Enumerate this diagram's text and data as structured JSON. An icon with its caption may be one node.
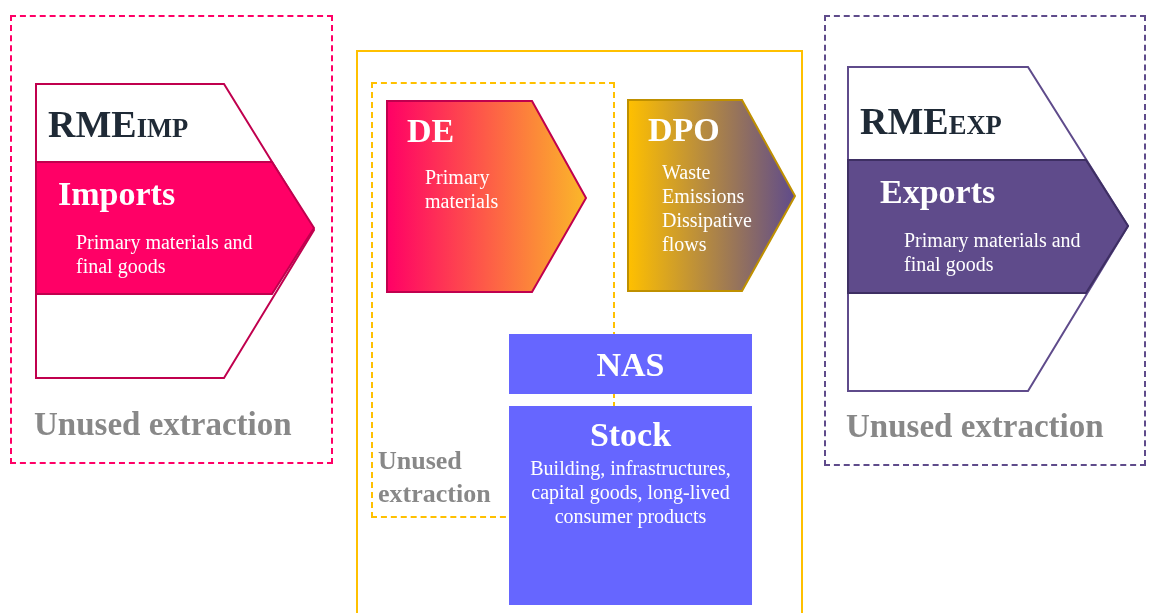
{
  "diagram": {
    "nodes": [
      {
        "text": [
          "Unused extraction"
        ]
      },
      {
        "text": [
          "RME$_{IMP}$"
        ],
        "in": 0
      },
      {
        "text": [
          "Imports",
          "Primary materials and final goods"
        ],
        "in": 1
      },
      {
        "text": [],
        "shape": "box"
      },
      {
        "text": [
          "Unused extraction"
        ],
        "in": 3
      },
      {
        "text": [
          "DE",
          "Primary materials"
        ],
        "in": 4
      },
      {
        "text": [
          "DPO",
          "Waste",
          "Emissions",
          "Dissipative flows"
        ],
        "in": 3
      },
      {
        "text": [
          "NAS"
        ],
        "in": 3
      },
      {
        "text": [
          "Stock",
          "Building, infrastructures, capital goods, long-lived consumer products"
        ],
        "in": 3
      },
      {
        "text": [
          "Unused extraction"
        ]
      },
      {
        "text": [
          "RME$_{EXP}$"
        ],
        "in": 9
      },
      {
        "text": [
          "Exports",
          "Primary materials and final goods"
        ],
        "in": 10
      }
    ]
  }
}
